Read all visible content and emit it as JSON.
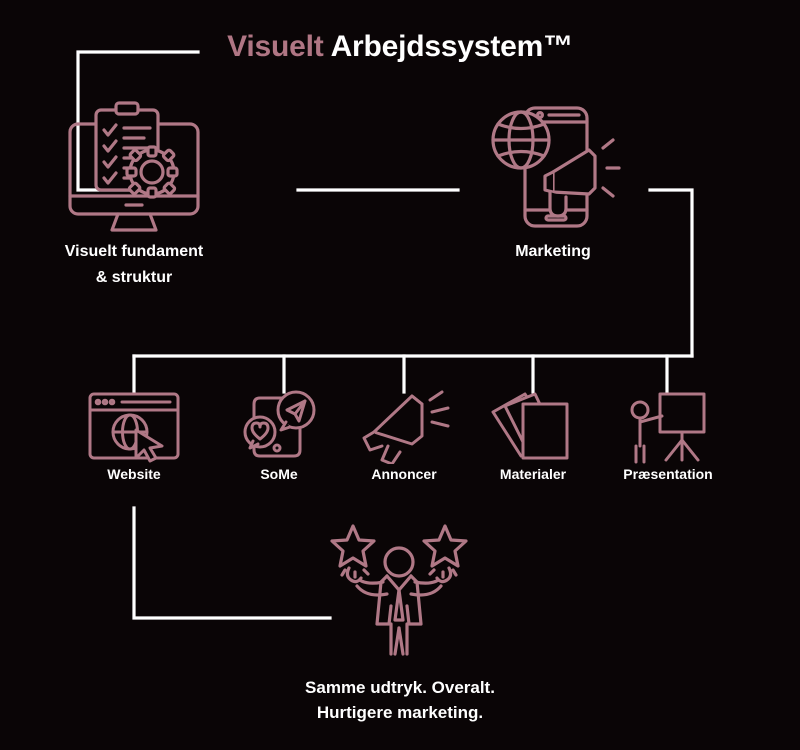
{
  "header": {
    "title_accent": "Visuelt",
    "title_plain": "Arbejdssystem™"
  },
  "colors": {
    "background": "#0a0506",
    "accent_rose": "#b07684",
    "icon_stroke": "#b07886",
    "text_white": "#ffffff",
    "connector": "#ffffff"
  },
  "tier1": [
    {
      "id": "foundation",
      "icon": "monitor-checklist-gear-icon",
      "label_line1": "Visuelt fundament",
      "label_line2": "& struktur"
    },
    {
      "id": "marketing",
      "icon": "globe-phone-megaphone-icon",
      "label_line1": "Marketing",
      "label_line2": ""
    }
  ],
  "tier2": [
    {
      "id": "website",
      "icon": "browser-globe-cursor-icon",
      "label": "Website"
    },
    {
      "id": "some",
      "icon": "phone-chat-heart-send-icon",
      "label": "SoMe"
    },
    {
      "id": "annoncer",
      "icon": "megaphone-icon",
      "label": "Annoncer"
    },
    {
      "id": "materialer",
      "icon": "stacked-papers-icon",
      "label": "Materialer"
    },
    {
      "id": "praesentation",
      "icon": "person-flipchart-icon",
      "label": "Præsentation"
    }
  ],
  "outcome": {
    "icon": "person-holding-stars-icon",
    "caption_line1": "Samme udtryk. Overalt.",
    "caption_line2": "Hurtigere marketing."
  }
}
